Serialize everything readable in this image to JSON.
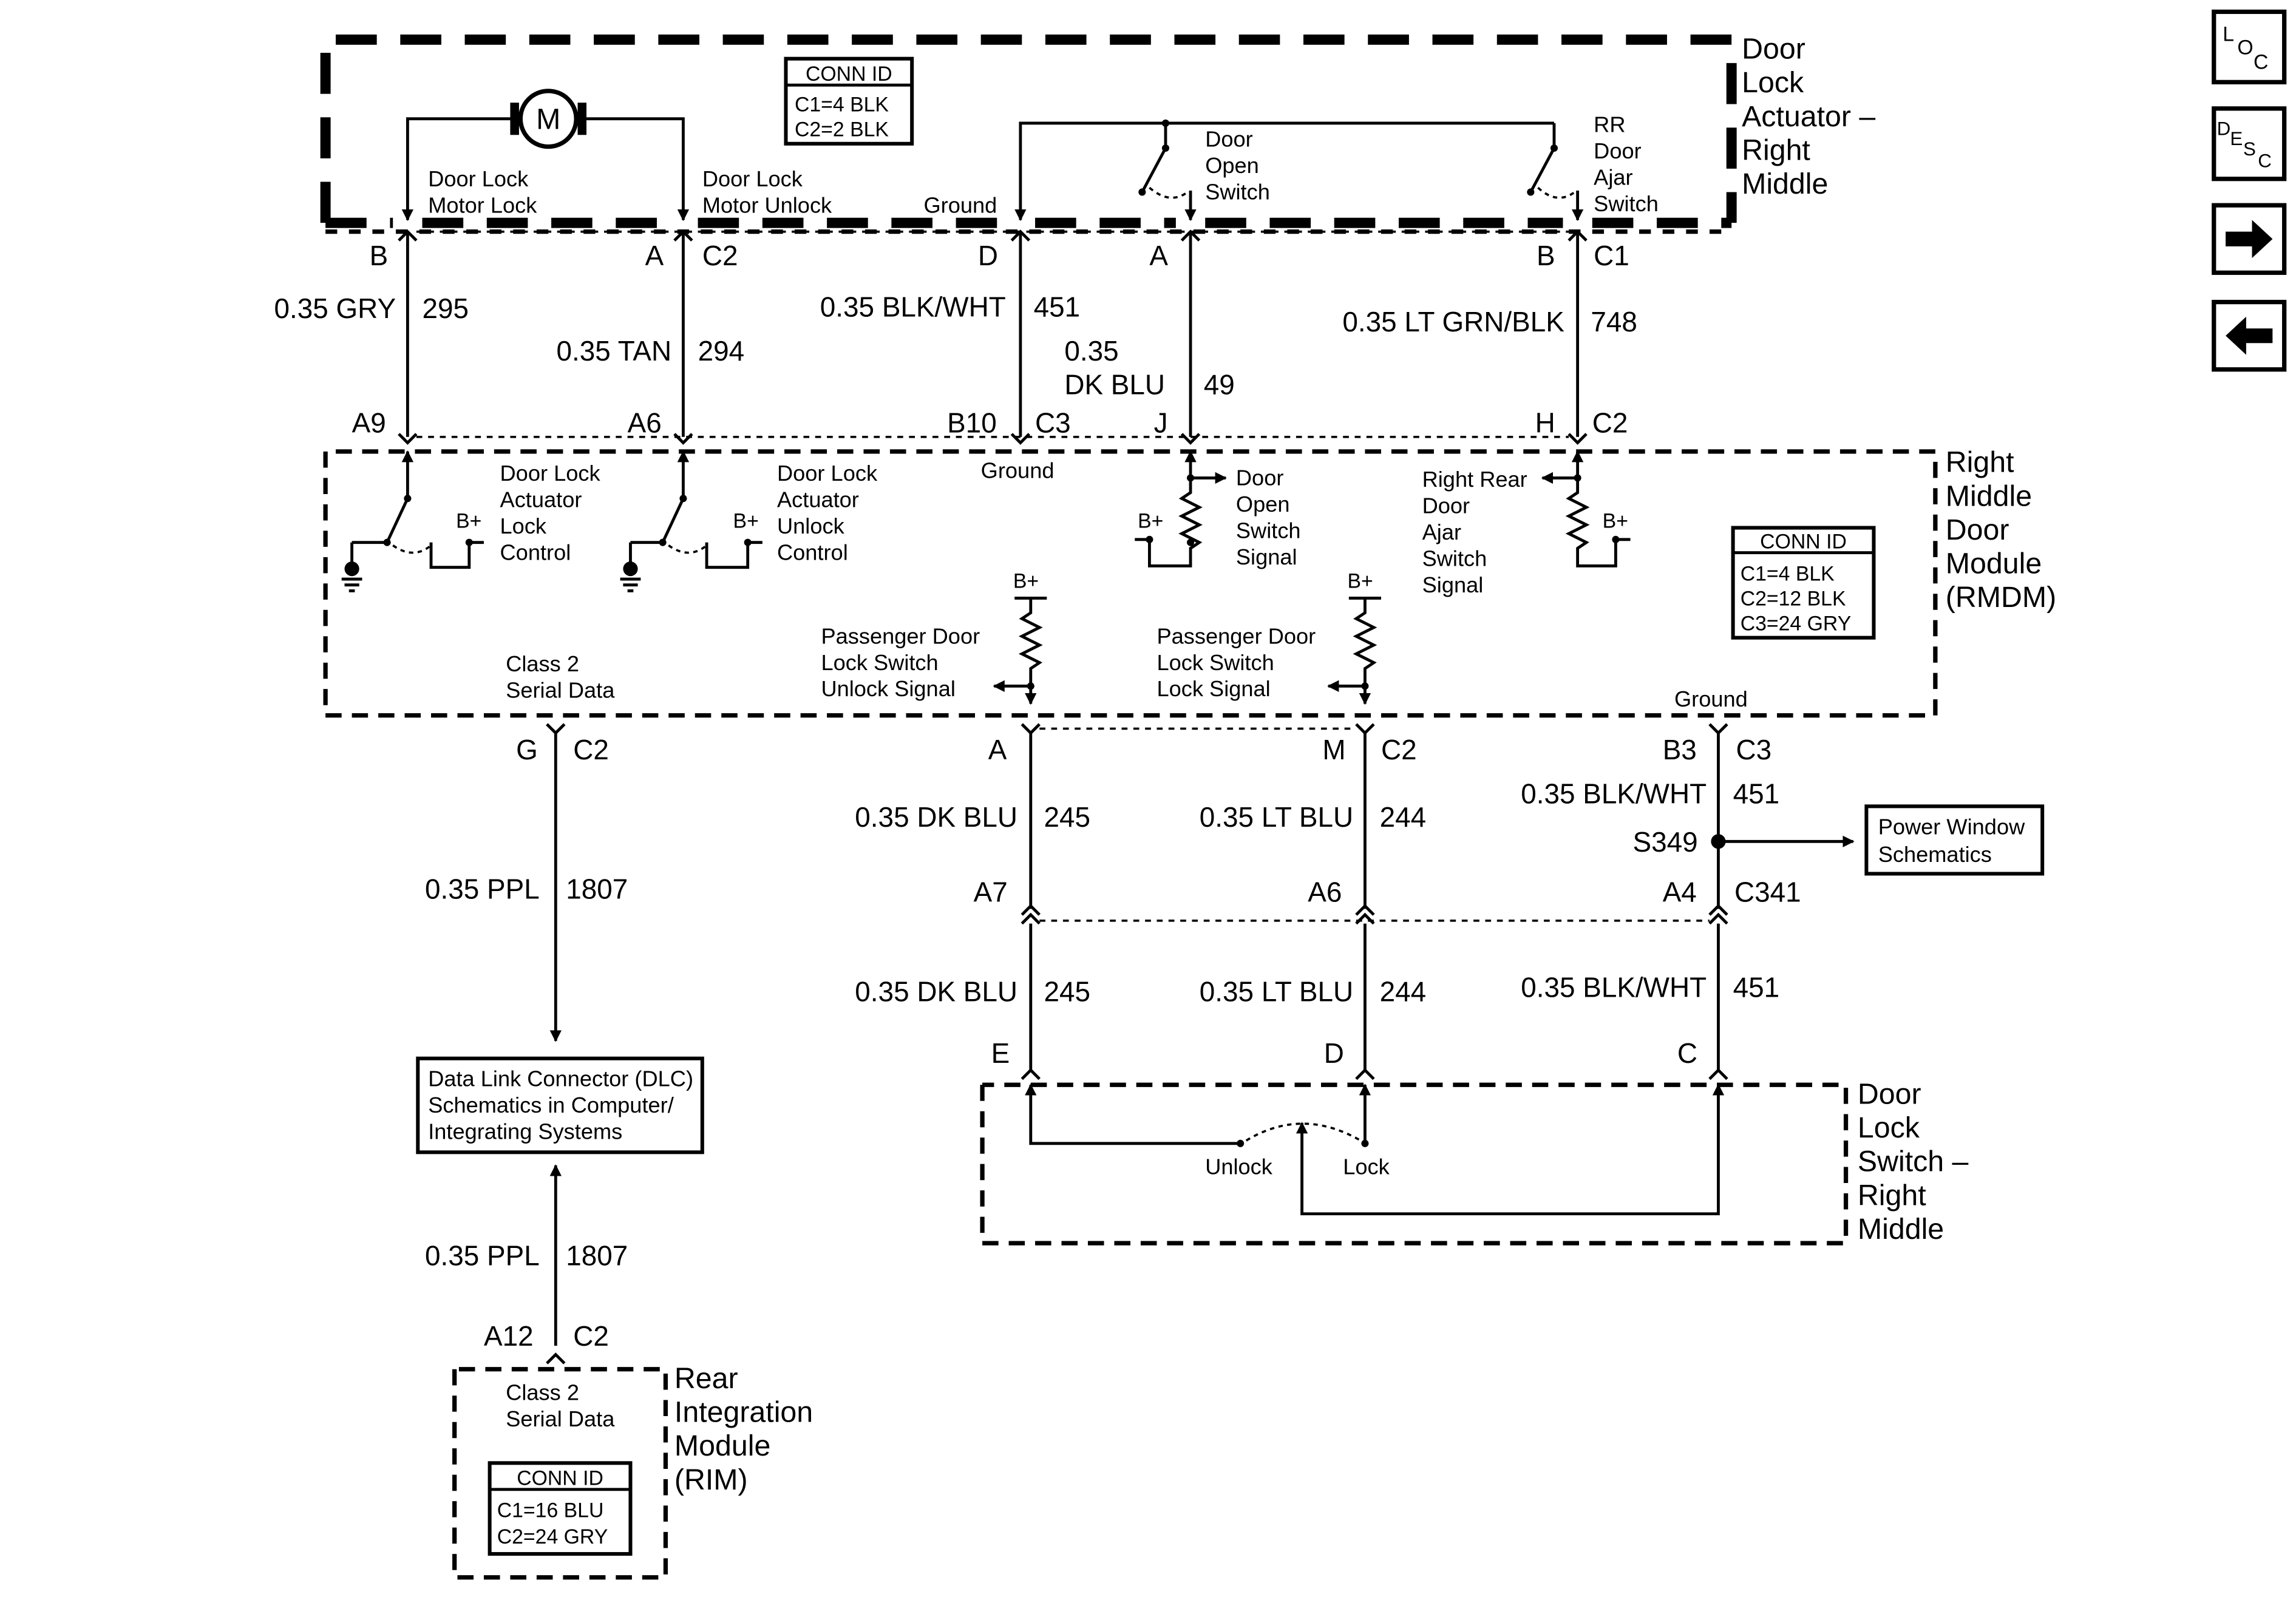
{
  "nav": {
    "loc_label": "LOC",
    "desc_label": "DESC",
    "forward_icon": "right-arrow-icon",
    "back_icon": "left-arrow-icon"
  },
  "actuator": {
    "title": [
      "Door",
      "Lock",
      "Actuator –",
      "Right",
      "Middle"
    ],
    "conn_id": [
      "CONN ID",
      "C1=4 BLK",
      "C2=2 BLK"
    ],
    "motor": "M",
    "labels": {
      "motor_lock": [
        "Door Lock",
        "Motor Lock"
      ],
      "motor_unlock": [
        "Door Lock",
        "Motor Unlock"
      ],
      "ground": "Ground",
      "open_switch": [
        "Door",
        "Open",
        "Switch"
      ],
      "ajar_switch": [
        "RR",
        "Door",
        "Ajar",
        "Switch"
      ]
    },
    "pins": {
      "b": "B",
      "a": "A",
      "c2": "C2",
      "d": "D",
      "a2": "A",
      "b2": "B",
      "c1": "C1"
    }
  },
  "wires_top": [
    {
      "gauge": "0.35 GRY",
      "circuit": "295"
    },
    {
      "gauge": "0.35 TAN",
      "circuit": "294"
    },
    {
      "gauge": "0.35 BLK/WHT",
      "circuit": "451"
    },
    {
      "gauge": [
        "0.35",
        "DK BLU"
      ],
      "circuit": "49"
    },
    {
      "gauge": "0.35 LT GRN/BLK",
      "circuit": "748"
    }
  ],
  "rmdm": {
    "title": [
      "Right",
      "Middle",
      "Door",
      "Module",
      "(RMDM)"
    ],
    "conn_id": [
      "CONN ID",
      "C1=4 BLK",
      "C2=12 BLK",
      "C3=24 GRY"
    ],
    "pins_top": {
      "a9": "A9",
      "a6": "A6",
      "b10": "B10",
      "c3": "C3",
      "j": "J",
      "h": "H",
      "c2": "C2"
    },
    "labels": {
      "lock_control": [
        "Door Lock",
        "Actuator",
        "Lock",
        "Control"
      ],
      "unlock_control": [
        "Door Lock",
        "Actuator",
        "Unlock",
        "Control"
      ],
      "ground_top": "Ground",
      "open_signal": [
        "Door",
        "Open",
        "Switch",
        "Signal"
      ],
      "ajar_signal": [
        "Right Rear",
        "Door",
        "Ajar",
        "Switch",
        "Signal"
      ],
      "bplus": "B+",
      "class2": [
        "Class 2",
        "Serial Data"
      ],
      "unlock_signal": [
        "Passenger Door",
        "Lock Switch",
        "Unlock Signal"
      ],
      "lock_signal": [
        "Passenger Door",
        "Lock Switch",
        "Lock Signal"
      ],
      "ground_bottom": "Ground"
    },
    "pins_bottom": {
      "g": "G",
      "c2a": "C2",
      "a": "A",
      "m": "M",
      "c2b": "C2",
      "b3": "B3",
      "c3": "C3"
    }
  },
  "wires_mid": [
    {
      "gauge": "0.35 PPL",
      "circuit": "1807"
    },
    {
      "gauge": "0.35 DK BLU",
      "circuit": "245"
    },
    {
      "gauge": "0.35 LT BLU",
      "circuit": "244"
    },
    {
      "gauge": "0.35 BLK/WHT",
      "circuit": "451"
    }
  ],
  "splice": {
    "name": "S349",
    "target": [
      "Power Window",
      "Schematics"
    ]
  },
  "connector_c341": {
    "a7": "A7",
    "a6": "A6",
    "a4": "A4",
    "name": "C341"
  },
  "wires_low": [
    {
      "gauge": "0.35 DK BLU",
      "circuit": "245"
    },
    {
      "gauge": "0.35 LT BLU",
      "circuit": "244"
    },
    {
      "gauge": "0.35 BLK/WHT",
      "circuit": "451"
    }
  ],
  "lock_switch": {
    "title": [
      "Door",
      "Lock",
      "Switch –",
      "Right",
      "Middle"
    ],
    "pins": {
      "e": "E",
      "d": "D",
      "c": "C"
    },
    "unlock": "Unlock",
    "lock": "Lock"
  },
  "dlc": [
    "Data Link Connector (DLC)",
    "Schematics in Computer/",
    "Integrating Systems"
  ],
  "wire_rim": {
    "gauge": "0.35 PPL",
    "circuit": "1807"
  },
  "rim": {
    "pins": {
      "a12": "A12",
      "c2": "C2"
    },
    "class2": [
      "Class 2",
      "Serial Data"
    ],
    "conn_id": [
      "CONN ID",
      "C1=16 BLU",
      "C2=24 GRY"
    ],
    "title": [
      "Rear",
      "Integration",
      "Module",
      "(RIM)"
    ]
  }
}
